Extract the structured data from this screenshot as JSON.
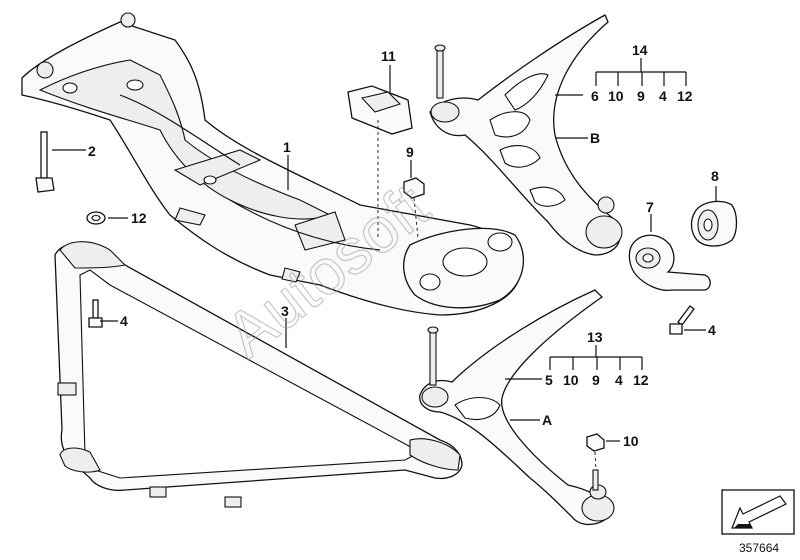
{
  "callouts": {
    "c1": "1",
    "c2": "2",
    "c3": "3",
    "c4a": "4",
    "c4b": "4",
    "c7": "7",
    "c8": "8",
    "c9": "9",
    "c10": "10",
    "c11": "11",
    "c12": "12",
    "cA": "A",
    "cB": "B"
  },
  "group13": {
    "head": "13",
    "items": [
      "5",
      "10",
      "9",
      "4",
      "12"
    ]
  },
  "group14": {
    "head": "14",
    "items": [
      "6",
      "10",
      "9",
      "4",
      "12"
    ]
  },
  "watermark": "Autosoft",
  "document_id": "357664",
  "icons": [
    "direction-arrow-icon"
  ]
}
